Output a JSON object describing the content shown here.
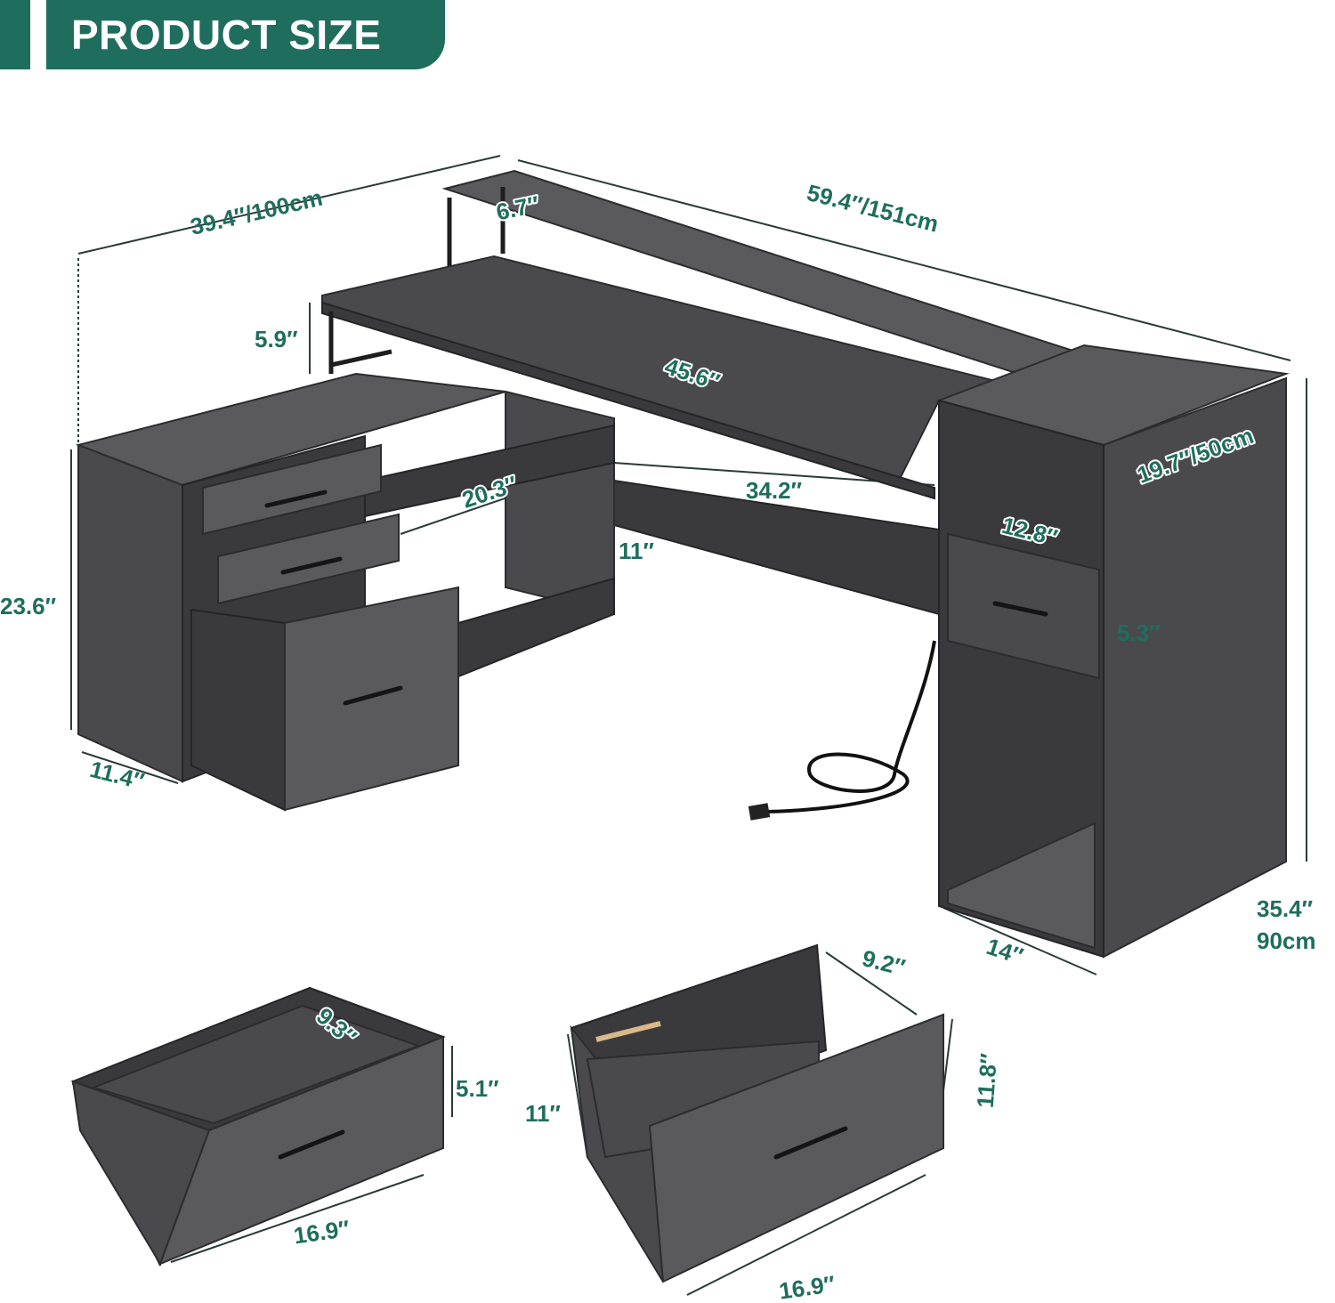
{
  "header": {
    "title": "PRODUCT SIZE",
    "accent_color": "#1f6e5d"
  },
  "dimensions": {
    "overall_width_short": "39.4″/100cm",
    "overall_width_long": "59.4″/151cm",
    "shelf_depth": "6.7″",
    "riser_height": "5.9″",
    "desktop_length": "45.6″",
    "tower_depth": "19.7″/50cm",
    "shelf_width": "20.3″",
    "knee_width": "34.2″",
    "cubby_width": "12.8″",
    "shelf_height": "11″",
    "cabinet_height": "23.6″",
    "small_drawer_height": "5.3″",
    "cabinet_depth": "11.4″",
    "overall_height_in": "35.4″",
    "overall_height_cm": "90cm",
    "tower_width": "14″",
    "drawer_inner_depth": "9.3″",
    "drawer_height": "5.1″",
    "drawer_width": "16.9″",
    "file_drawer_inner": "9.2″",
    "file_drawer_back": "11.8″",
    "file_drawer_front": "11″",
    "file_drawer_width": "16.9″"
  }
}
